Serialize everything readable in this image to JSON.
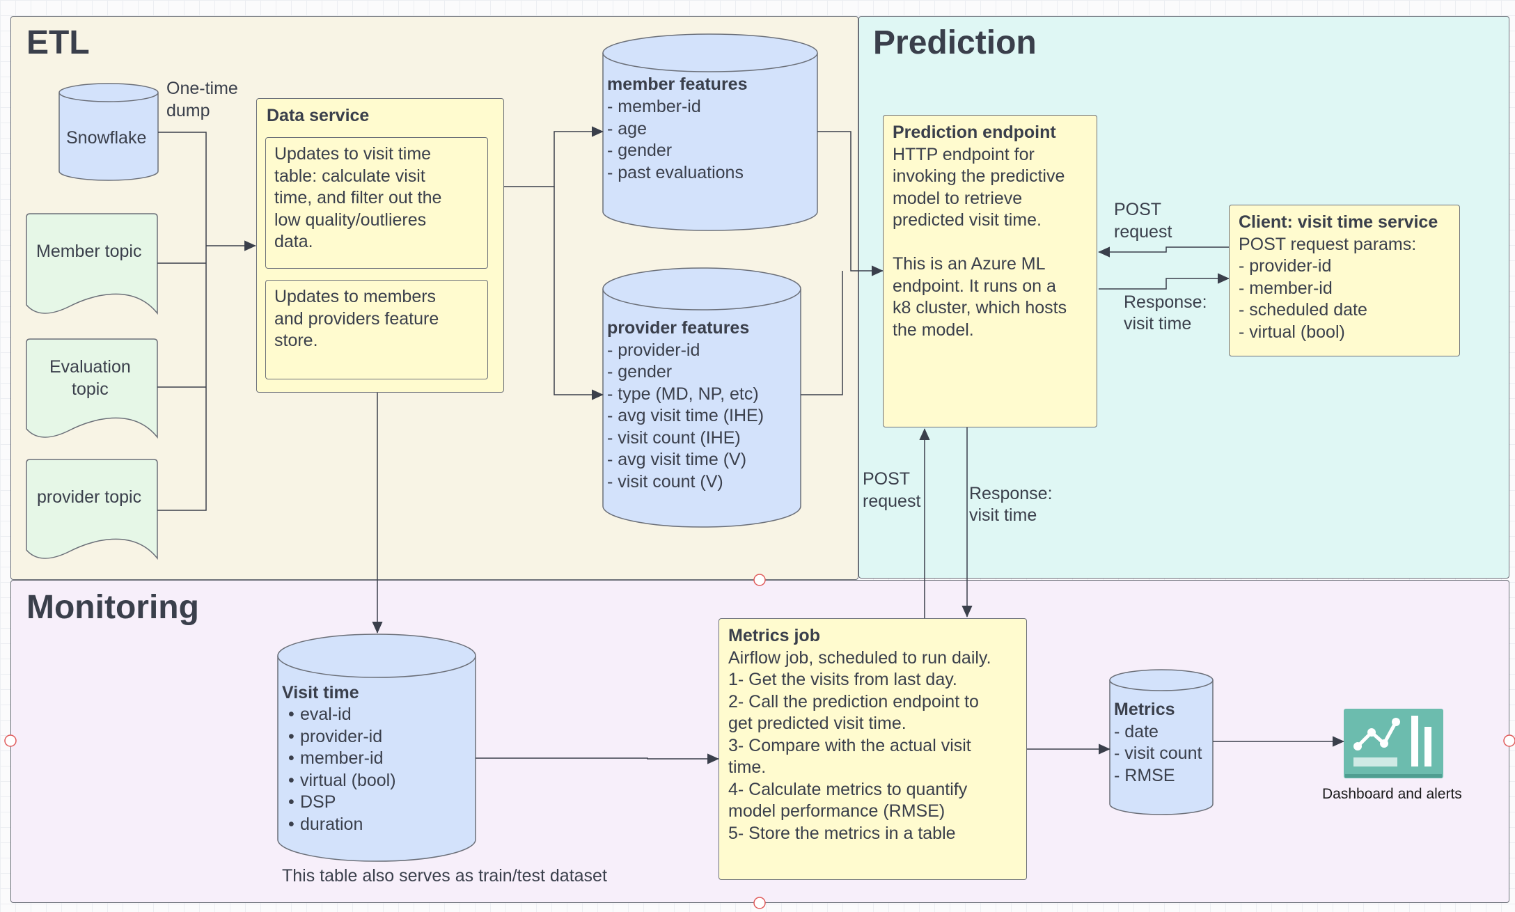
{
  "regions": {
    "etl": "ETL",
    "prediction": "Prediction",
    "monitoring": "Monitoring"
  },
  "sources": {
    "snowflake": "Snowflake",
    "one_time_dump": [
      "One-time",
      "dump"
    ],
    "member_topic": "Member topic",
    "evaluation_topic": [
      "Evaluation",
      "topic"
    ],
    "provider_topic": "provider topic"
  },
  "data_service": {
    "title": "Data service",
    "visit_time_update": [
      "Updates to visit time",
      "table: calculate visit",
      "time, and filter out the",
      "low quality/outlieres",
      "data."
    ],
    "feature_update": [
      "Updates to members",
      "and providers feature",
      "store."
    ]
  },
  "member_features": {
    "title": "member features",
    "items": [
      "- member-id",
      "- age",
      "- gender",
      "- past evaluations"
    ]
  },
  "provider_features": {
    "title": "provider features",
    "items": [
      "- provider-id",
      "- gender",
      "- type (MD, NP, etc)",
      "- avg visit time (IHE)",
      "- visit count (IHE)",
      "- avg visit time (V)",
      "- visit count (V)"
    ]
  },
  "prediction_endpoint": {
    "title": "Prediction endpoint",
    "desc1": [
      "HTTP endpoint for",
      "invoking the predictive",
      "model to retrieve",
      "predicted visit time."
    ],
    "desc2": [
      "This is an Azure ML",
      "endpoint. It runs on a",
      "k8 cluster, which hosts",
      "the model."
    ]
  },
  "client": {
    "title": "Client: visit time service",
    "params_label": "POST request params:",
    "params": [
      "- provider-id",
      "- member-id",
      "- scheduled date",
      "- virtual (bool)"
    ]
  },
  "edge_labels": {
    "client_post": [
      "POST",
      "request"
    ],
    "client_response": [
      "Response:",
      "visit time"
    ],
    "metrics_post": [
      "POST",
      "request"
    ],
    "metrics_response": [
      "Response:",
      "visit time"
    ]
  },
  "visit_time": {
    "title": "Visit time",
    "items": [
      "eval-id",
      "provider-id",
      "member-id",
      "virtual (bool)",
      "DSP",
      "duration"
    ],
    "bullet": "•",
    "caption": "This table also serves as train/test dataset"
  },
  "metrics_job": {
    "title": "Metrics job",
    "lines": [
      "Airflow job, scheduled to run daily.",
      "1- Get the visits from last day.",
      "2- Call the prediction endpoint to",
      "get predicted visit time.",
      "3- Compare with the actual visit",
      "time.",
      "4- Calculate metrics to quantify",
      "model performance (RMSE)",
      "5- Store the metrics in a table"
    ]
  },
  "metrics_store": {
    "title": "Metrics",
    "items": [
      "- date",
      "- visit count",
      "- RMSE"
    ]
  },
  "dashboard": {
    "label": "Dashboard and alerts",
    "icon": "dashboard-chart-icon"
  },
  "colors": {
    "etl_bg": "#f8f4e5",
    "prediction_bg": "#dff7f4",
    "monitoring_bg": "#f7effa",
    "note_yellow": "#fffbcf",
    "database_blue": "#d3e2fb",
    "topic_green": "#e6f7e7",
    "dashboard_teal": "#6cbcae",
    "line": "#3a3f4b"
  }
}
